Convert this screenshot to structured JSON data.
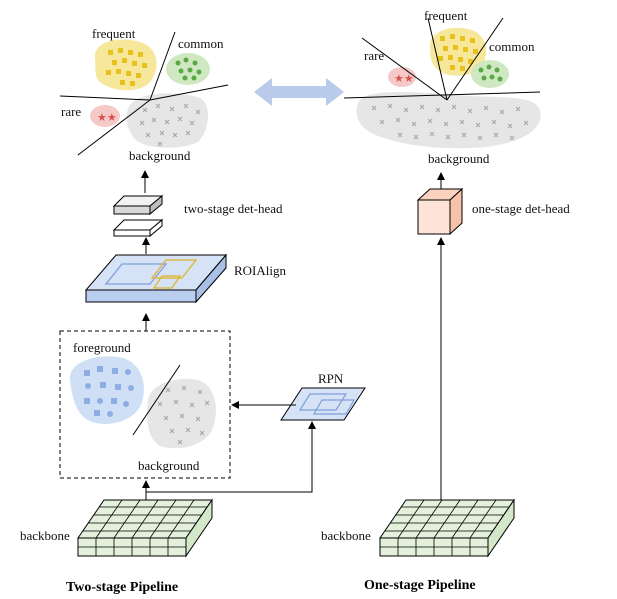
{
  "left_classes": {
    "frequent": "frequent",
    "common": "common",
    "rare": "rare",
    "background": "background"
  },
  "right_classes": {
    "frequent": "frequent",
    "common": "common",
    "rare": "rare",
    "background": "background"
  },
  "two_stage": {
    "det_head": "two-stage det-head",
    "roialign": "ROIAlign",
    "foreground": "foreground",
    "background": "background",
    "rpn": "RPN",
    "backbone": "backbone",
    "title": "Two-stage Pipeline"
  },
  "one_stage": {
    "det_head": "one-stage det-head",
    "backbone": "backbone",
    "title": "One-stage Pipeline"
  },
  "colors": {
    "frequent": "#f7e79a",
    "common": "#cfe8c2",
    "rare": "#f6c9c9",
    "background": "#e6e6e6",
    "foreground": "#cfe0f6",
    "backbone": "#e3f1dc",
    "arrow_double": "#b8cbea",
    "det_head_one": "#fde4d6"
  }
}
